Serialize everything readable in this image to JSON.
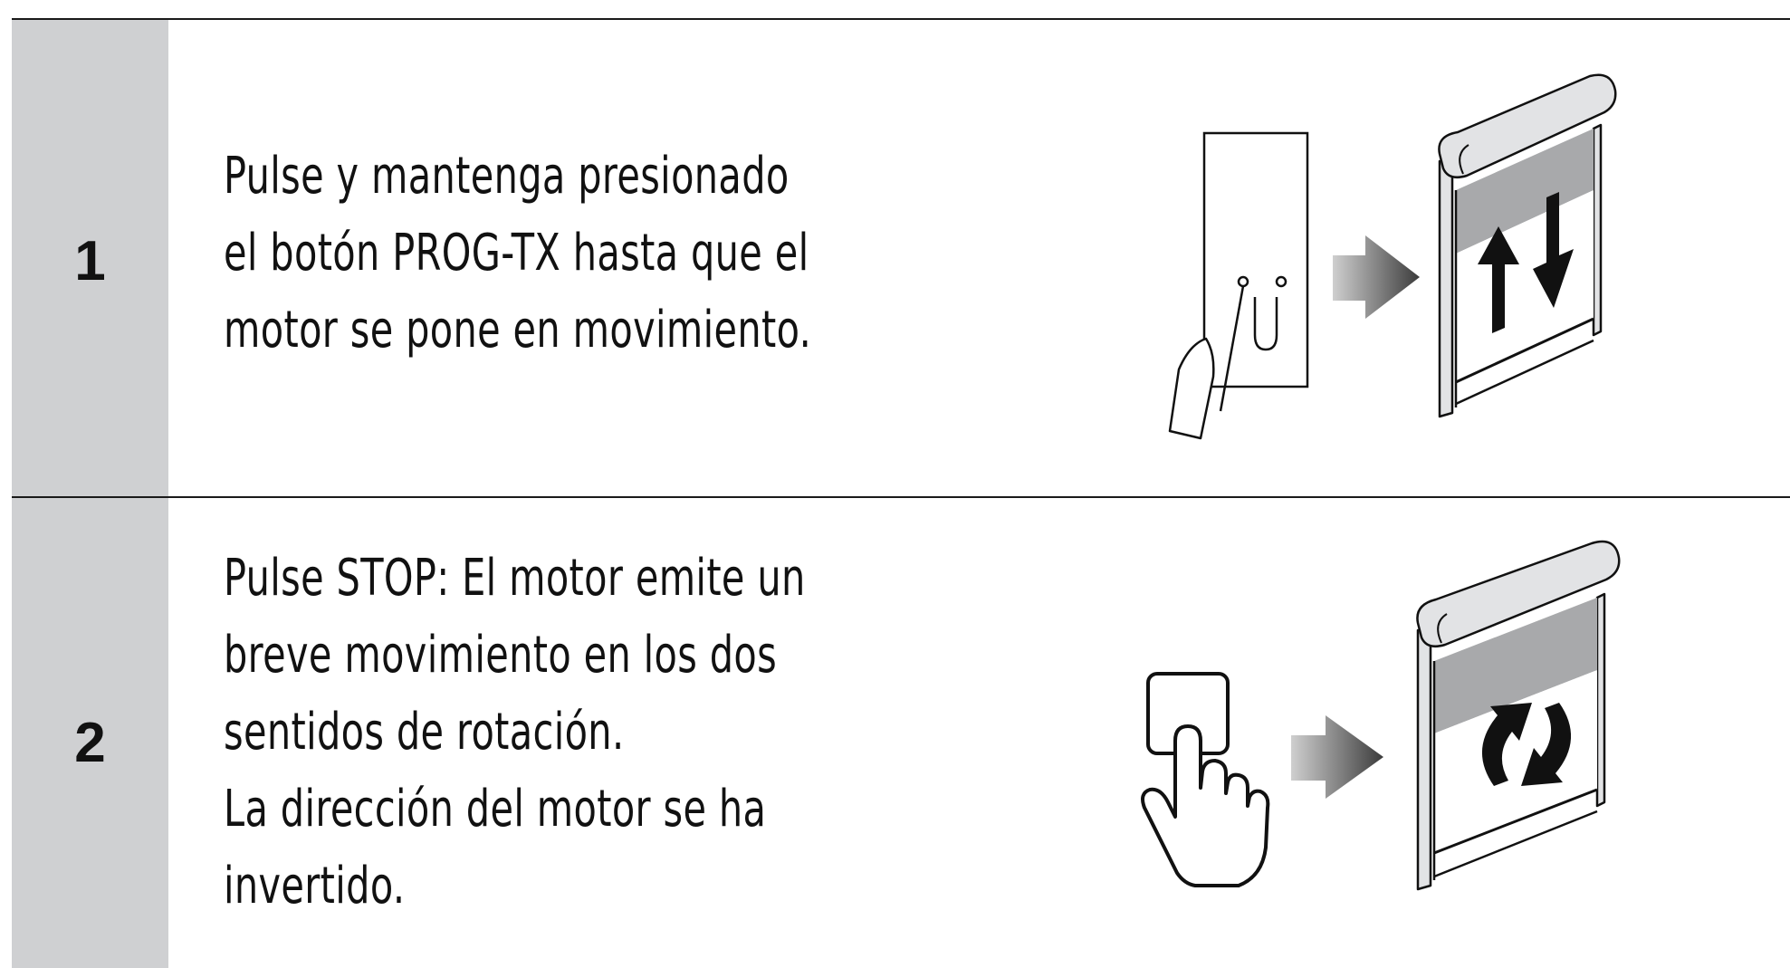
{
  "steps": [
    {
      "number": "1",
      "lines": [
        "Pulse y mantenga presionado",
        "el botón PROG-TX hasta que el",
        "motor se pone en movimiento."
      ]
    },
    {
      "number": "2",
      "lines": [
        "Pulse STOP: El motor emite un",
        "breve movimiento en los dos",
        "sentidos de rotación.",
        "La dirección del motor se ha",
        "invertido."
      ]
    }
  ],
  "colors": {
    "sidebar": "#cfd0d2",
    "rule": "#1a1a1a",
    "shade": "#a8a9ab",
    "cassette": "#e2e3e5",
    "arrow": "#5a5a5a"
  },
  "icons": {
    "step1": [
      "remote-control-icon",
      "pen-tip-icon",
      "arrow-right-icon",
      "roller-blind-icon",
      "up-arrow-icon",
      "down-arrow-icon"
    ],
    "step2": [
      "hand-press-button-icon",
      "arrow-right-icon",
      "roller-blind-icon",
      "rotation-arrows-icon"
    ]
  }
}
